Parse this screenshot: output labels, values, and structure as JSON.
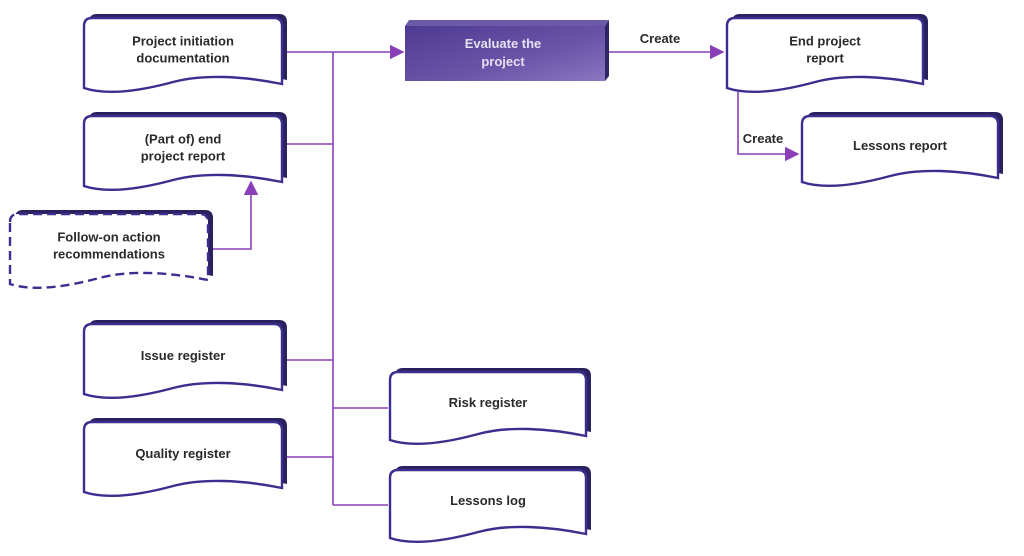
{
  "diagram": {
    "title_hidden": "",
    "colors": {
      "connector": "#8a3fb8",
      "doc_outline": "#3a2f8f",
      "doc_shadow": "#2a225f",
      "process_fill": "#5e4a9e",
      "process_side": "#3a2d6f"
    },
    "process": {
      "id": "evaluate",
      "lines": [
        "Evaluate the",
        "project"
      ]
    },
    "inputs": [
      {
        "id": "pid",
        "lines": [
          "Project initiation",
          "documentation"
        ],
        "style": "solid"
      },
      {
        "id": "part-end-report",
        "lines": [
          "(Part of) end",
          "project report"
        ],
        "style": "solid"
      },
      {
        "id": "follow-on",
        "lines": [
          "Follow-on action",
          "recommendations"
        ],
        "style": "dashed"
      },
      {
        "id": "issue-register",
        "lines": [
          "Issue register"
        ],
        "style": "solid"
      },
      {
        "id": "quality-register",
        "lines": [
          "Quality register"
        ],
        "style": "solid"
      },
      {
        "id": "risk-register",
        "lines": [
          "Risk register"
        ],
        "style": "solid"
      },
      {
        "id": "lessons-log",
        "lines": [
          "Lessons log"
        ],
        "style": "solid"
      }
    ],
    "outputs": [
      {
        "id": "end-project-report",
        "lines": [
          "End project",
          "report"
        ],
        "style": "solid"
      },
      {
        "id": "lessons-report",
        "lines": [
          "Lessons report"
        ],
        "style": "solid"
      }
    ],
    "edges": [
      {
        "from": "follow-on",
        "to": "part-end-report",
        "label": ""
      },
      {
        "from": "inputs-bus",
        "to": "evaluate",
        "label": ""
      },
      {
        "from": "evaluate",
        "to": "end-project-report",
        "label": "Create"
      },
      {
        "from": "end-project-report",
        "to": "lessons-report",
        "label": "Create"
      }
    ]
  }
}
